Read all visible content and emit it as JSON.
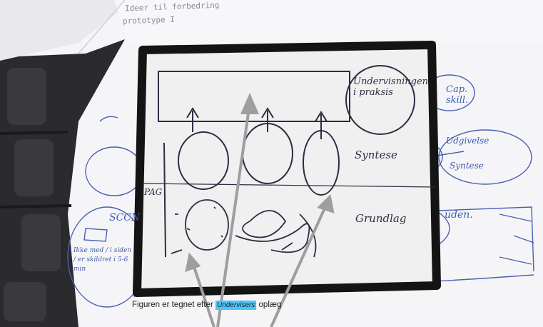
{
  "paper": {
    "header_line1": "Ideer til forbedring",
    "header_line2": "prototype I"
  },
  "caption": {
    "prefix": "Figuren er tegnet efter ",
    "highlight": "Undervisers",
    "suffix": " oplæg"
  },
  "handwriting": {
    "top_box_note": "Undervisningen i praksis",
    "middle_label": "Syntese",
    "bottom_label": "Grundlag",
    "left_tag": "PAG",
    "left_side": "SCCN",
    "right_top": "Cap. skill.",
    "right_mid1": "Udgivelse",
    "right_mid2": "Syntese",
    "right_bottom": "uden.",
    "left_notes": "Ikke med / i siden / er skildret i 5-6 min"
  },
  "colors": {
    "frame": "#141414",
    "ink_dark": "#2a2e44",
    "ink_blue": "#4a5fb5",
    "arrow_gray": "#9e9e9e",
    "highlight": "#4fc3f7",
    "laptop": "#2b2b2d"
  }
}
